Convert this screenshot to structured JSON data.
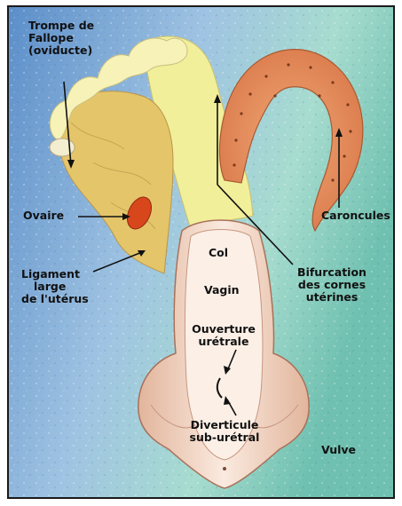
{
  "labels": {
    "oviduct_1": "Trompe de",
    "oviduct_2": "Fallope",
    "oviduct_3": "(oviducte)",
    "ovary": "Ovaire",
    "ligament_1": "Ligament",
    "ligament_2": "large",
    "ligament_3": "de l'utérus",
    "col": "Col",
    "vagin": "Vagin",
    "urethral_opening_1": "Ouverture",
    "urethral_opening_2": "urétrale",
    "diverticulum_1": "Diverticule",
    "diverticulum_2": "sub-urétral",
    "vulve": "Vulve",
    "caroncules": "Caroncules",
    "bifurcation_1": "Bifurcation",
    "bifurcation_2": "des cornes",
    "bifurcation_3": "utérines"
  },
  "colors": {
    "background_blue": "#5b8ec9",
    "background_teal": "#6fc0b0",
    "uterus_yellow": "#f2ef9a",
    "ligament_tan": "#e5c56a",
    "horn_orange": "#e8905a",
    "ovary_red": "#d8461c",
    "vagina_pink": "#f3d6c4",
    "vagina_outline": "#a9715a"
  }
}
